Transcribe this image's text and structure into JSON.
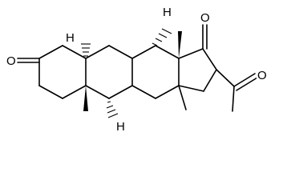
{
  "molecule": {
    "atom_labels": {
      "o3": "O",
      "o17": "O",
      "o_acetyl": "O",
      "h5": "H",
      "h8": "H",
      "h9": "H"
    }
  }
}
